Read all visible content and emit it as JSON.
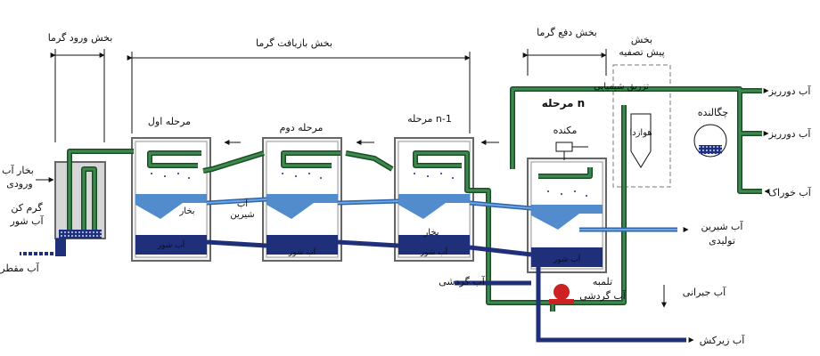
{
  "sections": {
    "input": "بخش ورود گرما",
    "recovery": "بخش بازیافت گرما",
    "rejection": "بخش دفع گرما",
    "pretreat_1": "بخش",
    "pretreat_2": "پیش تصفیه"
  },
  "stages": {
    "first": "مرحله اول",
    "second": "مرحله دوم",
    "n_minus_1": "مرحله n-1",
    "n": "مرحله  n"
  },
  "labels": {
    "heater_steam_in_1": "بخار آب",
    "heater_steam_in_2": "ورودی",
    "brine_heater_1": "گرم کن",
    "brine_heater_2": "آب شور",
    "condensate_out": "آب مقطر",
    "vapor_1": "بخار",
    "vapor_2": "بخار",
    "fresh_water_1": "آب",
    "fresh_water_2": "شیرین",
    "brine_1": "آب شور",
    "brine_2": "آب شور",
    "brine_3": "آب شور",
    "brine_4": "آب شور",
    "vacuum_box": "مکنده",
    "deaerator": "هوازدا",
    "chemical_injection": "تزریق شیمیایی",
    "condenser": "چگالنده",
    "reject_water_1": "آب دورریز",
    "reject_water_2": "آب دورریز",
    "feed_water": "آب خوراک",
    "product_water_1": "آب شیرین",
    "product_water_2": "تولیدی",
    "recycle_water": "آب گردشی",
    "pump_1": "تلمبه",
    "pump_2": "آب گردشی",
    "makeup_water": "آب جبرانی",
    "blowdown": "آب زیرکش"
  },
  "colors": {
    "recirc_pipe": "#2e6f3e",
    "fresh_water": "#3f7fc8",
    "brine": "#1f2f7a",
    "pump": "#cc2222",
    "chamber_border": "#666666"
  }
}
